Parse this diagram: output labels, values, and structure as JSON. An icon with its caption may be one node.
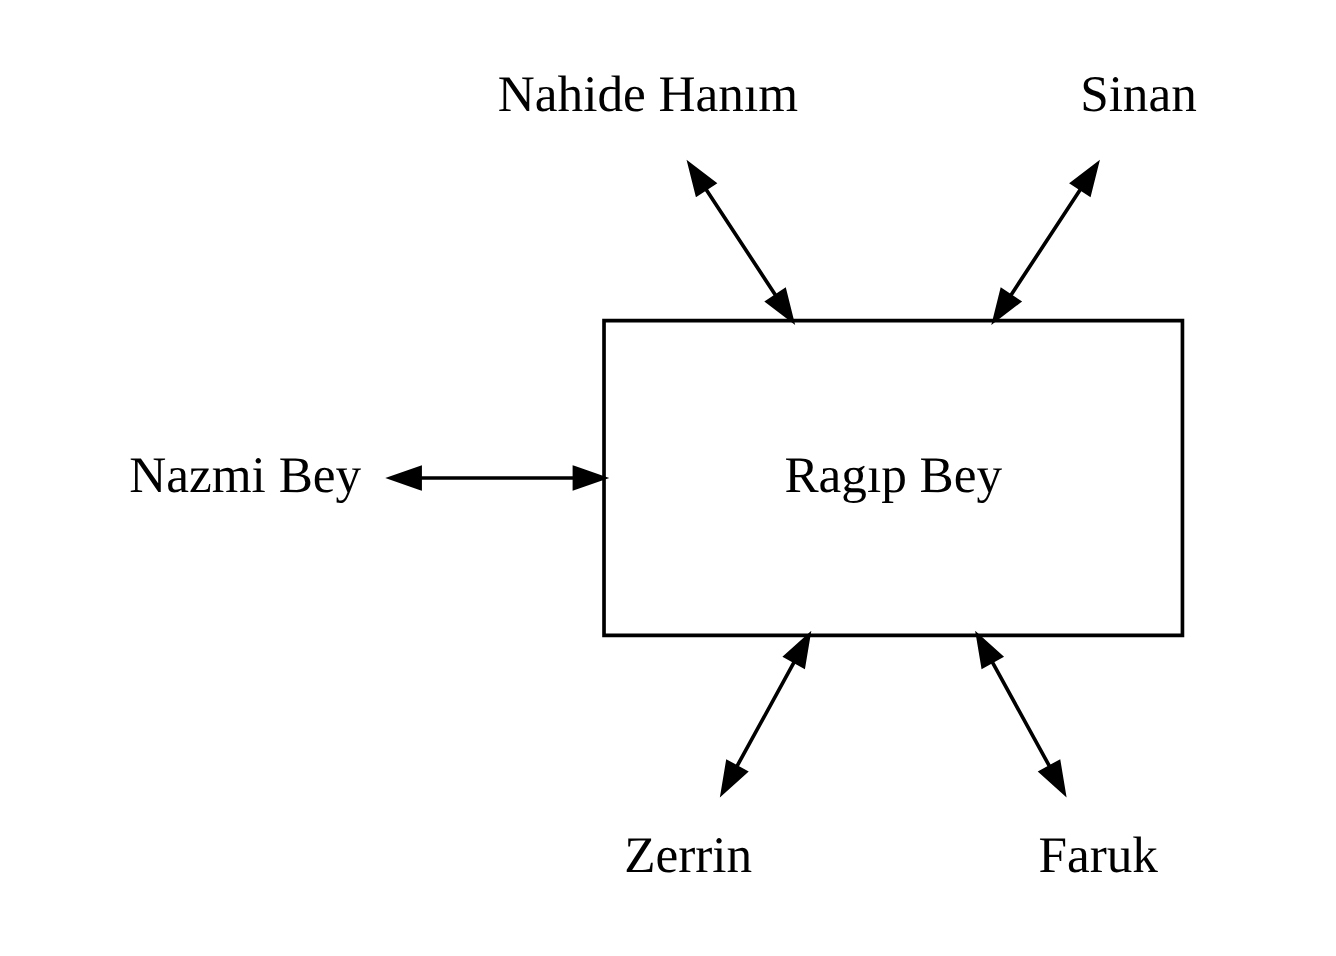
{
  "diagram": {
    "nodes": [
      {
        "text": [
          "Nahide Hanım"
        ]
      },
      {
        "text": [
          "Sinan"
        ]
      },
      {
        "text": [
          "Ragıp Bey"
        ]
      },
      {
        "text": [
          "Nazmi Bey"
        ]
      },
      {
        "text": [
          "Zerrin"
        ]
      },
      {
        "text": [
          "Faruk"
        ]
      }
    ],
    "edges": [
      {
        "from": 0,
        "to": 2,
        "arrow": "both"
      },
      {
        "from": 1,
        "to": 2,
        "arrow": "both"
      },
      {
        "from": 3,
        "to": 2,
        "arrow": "both"
      },
      {
        "from": 2,
        "to": 4,
        "arrow": "both"
      },
      {
        "from": 2,
        "to": 5,
        "arrow": "both"
      }
    ]
  }
}
